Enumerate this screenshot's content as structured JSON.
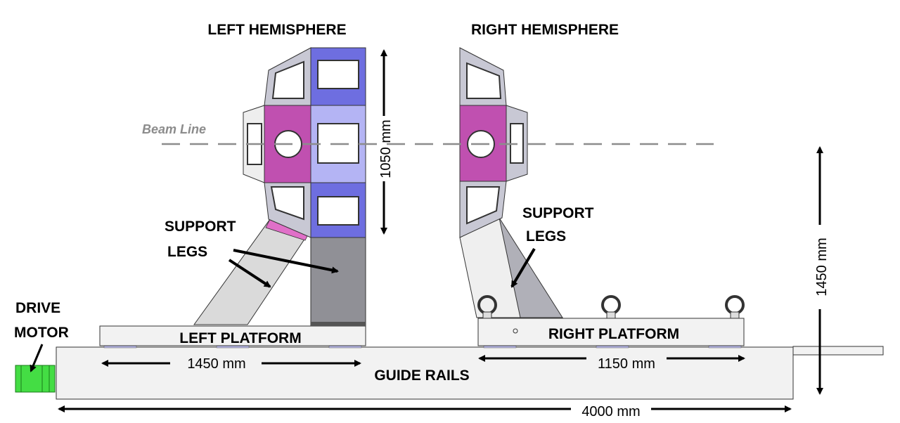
{
  "labels": {
    "left_hemisphere": "LEFT HEMISPHERE",
    "right_hemisphere": "RIGHT HEMISPHERE",
    "beam_line": "Beam Line",
    "support_legs_left_line1": "SUPPORT",
    "support_legs_left_line2": "LEGS",
    "support_legs_right_line1": "SUPPORT",
    "support_legs_right_line2": "LEGS",
    "drive_motor_line1": "DRIVE",
    "drive_motor_line2": "MOTOR",
    "left_platform": "LEFT PLATFORM",
    "right_platform": "RIGHT PLATFORM",
    "guide_rails": "GUIDE RAILS"
  },
  "dimensions": {
    "hemisphere_height": "1050 mm",
    "total_height": "1450 mm",
    "left_platform_length": "1450 mm",
    "right_platform_length": "1150 mm",
    "rail_length": "4000 mm"
  },
  "colors": {
    "magenta_panel": "#c050b0",
    "blue_panel": "#6e6ee0",
    "light_blue_panel": "#b4b4f4",
    "gray_panel": "#c8c8d4",
    "dark_gray_leg": "#909096",
    "motor_green": "#44dd44",
    "beam_line": "#8c8c8c"
  }
}
